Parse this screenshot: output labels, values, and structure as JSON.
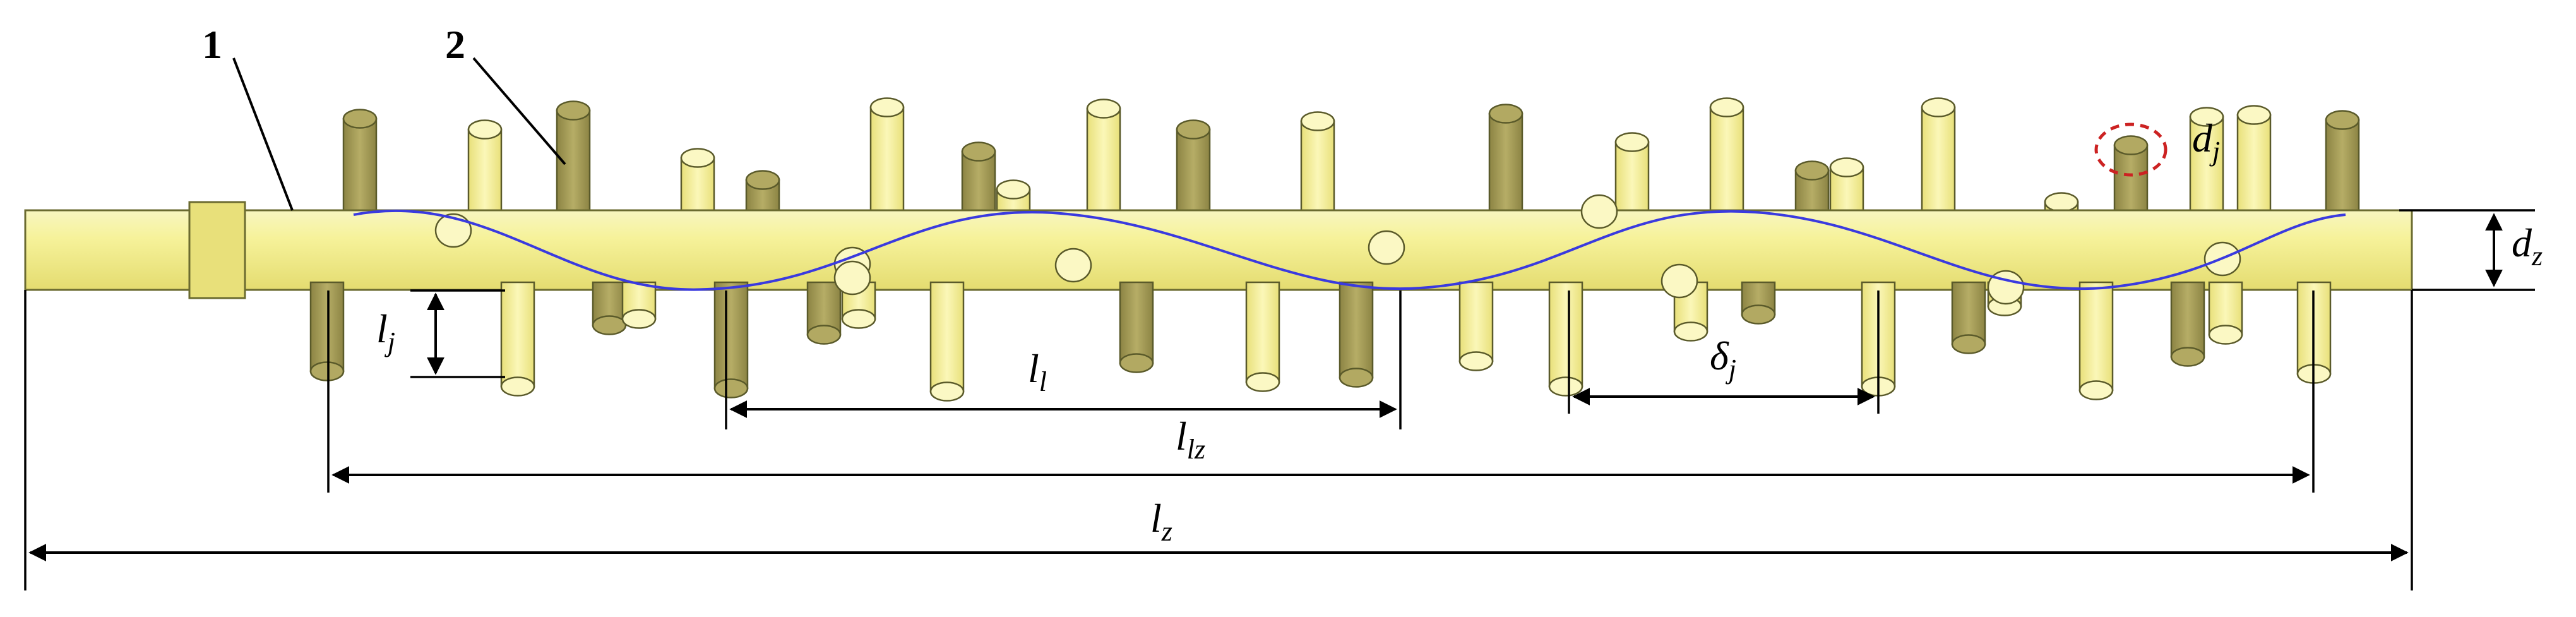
{
  "callouts": {
    "shaft": "1",
    "pin": "2"
  },
  "dimensions": {
    "pin_diameter": {
      "main": "d",
      "sub": "j"
    },
    "shaft_diameter": {
      "main": "d",
      "sub": "z"
    },
    "pin_length": {
      "main": "l",
      "sub": "j"
    },
    "lead": {
      "main": "l",
      "sub": "l"
    },
    "helix_length": {
      "main": "l",
      "sub": "lz"
    },
    "total_length": {
      "main": "l",
      "sub": "z"
    },
    "pin_spacing": {
      "main": "δ",
      "sub": "j"
    }
  },
  "colors": {
    "pin_fill": "#f6f29a",
    "pin_dark": "#aaa05a",
    "pin_outline": "#5a5a2a",
    "helix": "#3a3adf",
    "highlight": "#cc2222"
  }
}
